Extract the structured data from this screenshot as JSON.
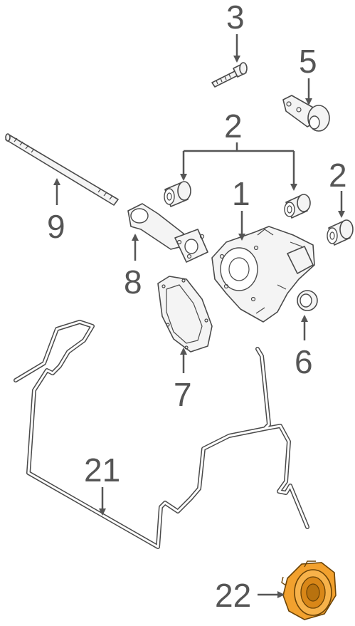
{
  "labels": {
    "part_1": "1",
    "part_2_top": "2",
    "part_2_right": "2",
    "part_3": "3",
    "part_5": "5",
    "part_6": "6",
    "part_7": "7",
    "part_8": "8",
    "part_9": "9",
    "part_21": "21",
    "part_22": "22"
  },
  "colors": {
    "line": "#555555",
    "highlight": "#f2a12e",
    "highlight_dark": "#b8720f"
  }
}
